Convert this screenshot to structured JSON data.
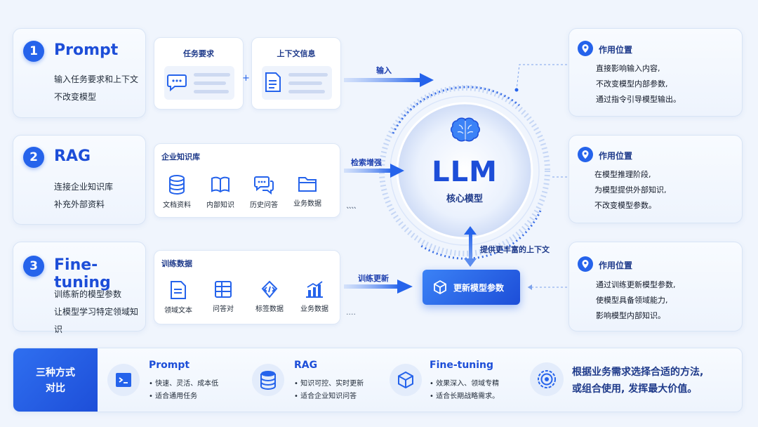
{
  "sections": [
    {
      "number": "1",
      "title": "Prompt",
      "desc": [
        "输入任务要求和上下文",
        "不改变模型"
      ],
      "boxes": [
        {
          "label": "任务要求",
          "icon": "chat-bubble-icon"
        },
        {
          "label": "上下文信息",
          "icon": "document-icon"
        }
      ],
      "plus": "+",
      "arrow_label": "输入"
    },
    {
      "number": "2",
      "title": "RAG",
      "desc": [
        "连接企业知识库",
        "补充外部资料"
      ],
      "panel_label": "企业知识库",
      "items": [
        {
          "label": "文档资料",
          "icon": "database-icon"
        },
        {
          "label": "内部知识",
          "icon": "book-icon"
        },
        {
          "label": "历史问答",
          "icon": "chat-icon"
        },
        {
          "label": "业务数据",
          "icon": "folder-icon"
        }
      ],
      "more": "....",
      "arrow_label": "检索增强"
    },
    {
      "number": "3",
      "title": "Fine-tuning",
      "desc": [
        "训练新的模型参数",
        "让模型学习特定领域知识"
      ],
      "panel_label": "训练数据",
      "items": [
        {
          "label": "领域文本",
          "icon": "file-text-icon"
        },
        {
          "label": "问答对",
          "icon": "table-icon"
        },
        {
          "label": "标签数据",
          "icon": "code-tag-icon"
        },
        {
          "label": "业务数据",
          "icon": "bar-chart-icon"
        }
      ],
      "more": "....",
      "arrow_label": "训练更新"
    }
  ],
  "llm": {
    "title": "LLM",
    "subtitle": "核心模型",
    "icon": "brain-icon"
  },
  "update_box": {
    "label": "更新模型参数",
    "icon": "cube-icon"
  },
  "vertical_label": "提供更丰富的上下文",
  "roles": [
    {
      "title": "作用位置",
      "lines": [
        "直接影响输入内容,",
        "不改变模型内部参数,",
        "通过指令引导模型输出。"
      ]
    },
    {
      "title": "作用位置",
      "lines": [
        "在模型推理阶段,",
        "为模型提供外部知识,",
        "不改变模型参数。"
      ]
    },
    {
      "title": "作用位置",
      "lines": [
        "通过训练更新模型参数,",
        "使模型具备领域能力,",
        "影响模型内部知识。"
      ]
    }
  ],
  "comparison": {
    "header": [
      "三种方式",
      "对比"
    ],
    "items": [
      {
        "title": "Prompt",
        "icon": "terminal-icon",
        "bullets": [
          "• 快速、灵活、成本低",
          "• 适合通用任务"
        ]
      },
      {
        "title": "RAG",
        "icon": "database-icon",
        "bullets": [
          "• 知识可控、实时更新",
          "• 适合企业知识问答"
        ]
      },
      {
        "title": "Fine-tuning",
        "icon": "cube-icon",
        "bullets": [
          "• 效果深入、领域专精",
          "• 适合长期战略需求。"
        ]
      }
    ],
    "conclusion": [
      "根据业务需求选择合适的方法,",
      "或组合使用, 发挥最大价值。"
    ],
    "conclusion_icon": "target-icon"
  },
  "colors": {
    "primary": "#2563eb",
    "dark": "#1d4ed8",
    "bg": "#f0f5fd"
  }
}
